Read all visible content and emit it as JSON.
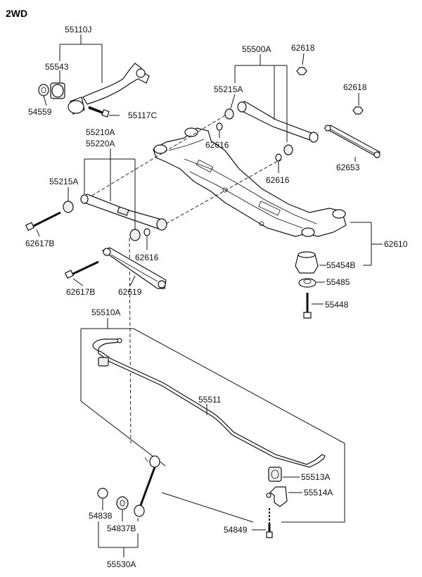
{
  "drive_type": "2WD",
  "labels": {
    "l55110J": "55110J",
    "l55543": "55543",
    "l54559": "54559",
    "l55117C": "55117C",
    "l55500A": "55500A",
    "l62618a": "62618",
    "l55215A_top": "55215A",
    "l62618b": "62618",
    "l62616a": "62616",
    "l55210A": "55210A",
    "l55220A": "55220A",
    "l62616b": "62616",
    "l62653": "62653",
    "l55215A_left": "55215A",
    "l62617B_a": "62617B",
    "l62616c": "62616",
    "l62610": "62610",
    "l55454B": "55454B",
    "l62617B_b": "62617B",
    "l62619": "62619",
    "l55485": "55485",
    "l55448": "55448",
    "l55510A": "55510A",
    "l55511": "55511",
    "l55513A": "55513A",
    "l55514A": "55514A",
    "l54838": "54838",
    "l54837B": "54837B",
    "l54849": "54849",
    "l55530A": "55530A"
  }
}
